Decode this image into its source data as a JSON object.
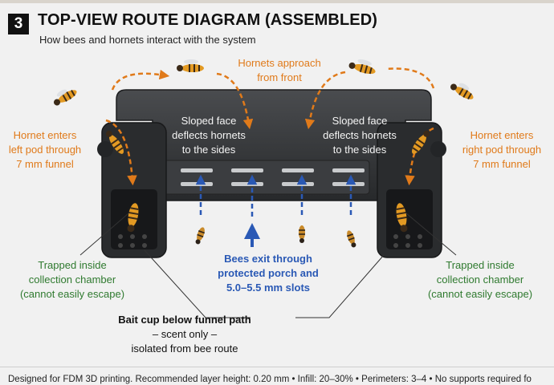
{
  "header": {
    "step_number": "3",
    "title": "TOP-VIEW ROUTE DIAGRAM (ASSEMBLED)",
    "subtitle": "How bees and hornets interact with the system"
  },
  "labels": {
    "hornets_approach": [
      "Hornets approach",
      "from front"
    ],
    "hornet_enters_left": [
      "Hornet enters",
      "left pod through",
      "7 mm funnel"
    ],
    "hornet_enters_right": [
      "Hornet enters",
      "right pod through",
      "7 mm funnel"
    ],
    "sloped_left": [
      "Sloped face",
      "deflects hornets",
      "to the sides"
    ],
    "sloped_right": [
      "Sloped face",
      "deflects hornets",
      "to the sides"
    ],
    "trapped_left": [
      "Trapped inside",
      "collection chamber",
      "(cannot easily escape)"
    ],
    "trapped_right": [
      "Trapped inside",
      "collection chamber",
      "(cannot easily escape)"
    ],
    "bees_exit": [
      "Bees exit through",
      "protected porch and",
      "5.0–5.5 mm slots"
    ],
    "bait_cup": [
      "Bait cup below funnel path",
      "– scent only –",
      "isolated from bee route"
    ]
  },
  "footer": {
    "text": "Designed for FDM 3D printing. Recommended layer height: 0.20 mm • Infill: 20–30% • Perimeters: 3–4 • No supports required fo"
  },
  "colors": {
    "hornet_route": "#e07a1a",
    "bee_route": "#2a59b5",
    "trapped_label": "#2f7a2f",
    "device_body": "#2d2f31"
  }
}
